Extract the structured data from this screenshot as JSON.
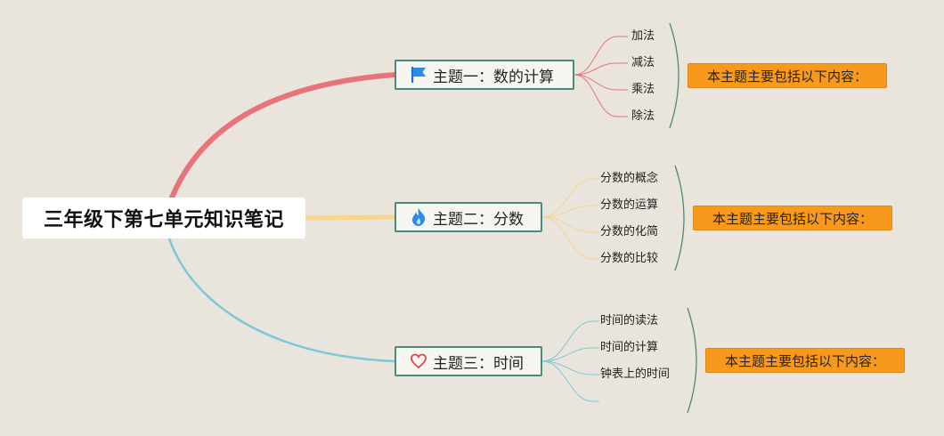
{
  "root": {
    "title": "三年级下第七单元知识笔记"
  },
  "topics": [
    {
      "label": "主题一：数的计算",
      "icon": "flag-icon",
      "color": "#e8737a",
      "subtopics": [
        "加法",
        "减法",
        "乘法",
        "除法"
      ],
      "callout": "本主题主要包括以下内容："
    },
    {
      "label": "主题二：分数",
      "icon": "flame-icon",
      "color": "#f9d58d",
      "subtopics": [
        "分数的概念",
        "分数的运算",
        "分数的化简",
        "分数的比较"
      ],
      "callout": "本主题主要包括以下内容："
    },
    {
      "label": "主题三：时间",
      "icon": "heart-icon",
      "color": "#7cc8d8",
      "subtopics": [
        "时间的读法",
        "时间的计算",
        "钟表上的时间"
      ],
      "callout": "本主题主要包括以下内容："
    }
  ],
  "colors": {
    "background": "#e9e5dc",
    "topic_border": "#4a8a7c",
    "bracket": "#4a8a7c",
    "callout": "#f79a1c"
  }
}
